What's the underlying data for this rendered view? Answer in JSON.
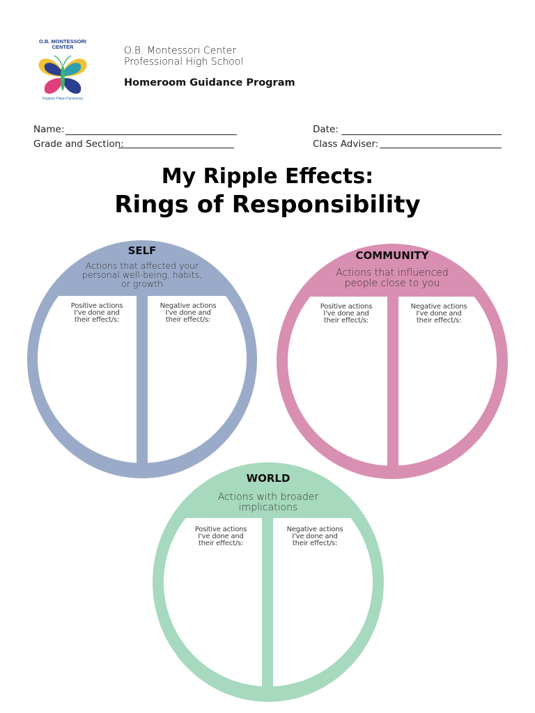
{
  "header": {
    "logo_text_top": "O.B. MONTESSORI CENTER",
    "logo_text_bottom": "Pagkain Pilipin Pambansa",
    "school_line1": "O.B. Montessori Center",
    "school_line2": "Professional High School",
    "program": "Homeroom Guidance Program"
  },
  "fields": {
    "name_label": "Name:",
    "date_label": "Date:",
    "grade_label": "Grade and Section:",
    "adviser_label": "Class Adviser:"
  },
  "title": {
    "line1": "My Ripple Effects:",
    "line2": "Rings of Responsibility"
  },
  "rings": {
    "self": {
      "name": "SELF",
      "description": "Actions that affected your personal well-being, habits, or growth",
      "positive": "Positive actions I've done and their effect/s:",
      "negative": "Negative actions I've done and their effect/s:",
      "color": "#9aabc9"
    },
    "community": {
      "name": "COMMUNITY",
      "description": "Actions that influenced people close to you",
      "positive": "Positive actions I've done and their effect/s:",
      "negative": "Negative actions I've done and their effect/s:",
      "color": "#d98fb1"
    },
    "world": {
      "name": "WORLD",
      "description": "Actions with broader implications",
      "positive": "Positive actions I've done and their effect/s:",
      "negative": "Negative actions I've done and their effect/s:",
      "color": "#a6d9bd"
    }
  }
}
